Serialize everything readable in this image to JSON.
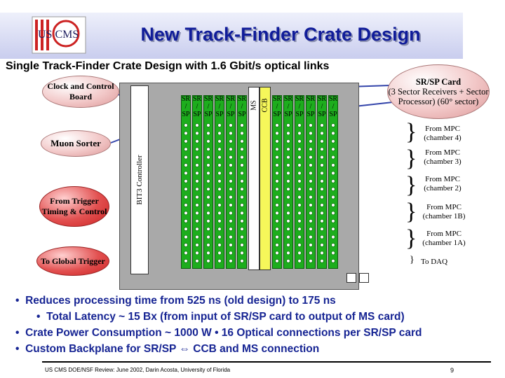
{
  "header": {
    "title": "New Track-Finder Crate Design",
    "logo_text": "US CMS",
    "subtitle": "Single Track-Finder Crate Design with 1.6 Gbit/s optical links"
  },
  "diagram": {
    "controller_label": "BIT3 Controller",
    "ms_label": "MS",
    "ccb_label": "CCB",
    "sr_label": "SR",
    "slash": "/",
    "sp_label": "SP",
    "ovals": {
      "clock": "Clock and Control Board",
      "muon": "Muon Sorter",
      "trigger": "From Trigger Timing & Control",
      "global": "To Global Trigger",
      "srsp": "SR/SP Card",
      "srsp_detail": "(3 Sector Receivers + Sector Processor) (60° sector)"
    },
    "mpc": [
      "From MPC (chamber 4)",
      "From MPC (chamber 3)",
      "From MPC (chamber 2)",
      "From MPC (chamber 1B)",
      "From MPC (chamber 1A)"
    ],
    "daq": "To DAQ"
  },
  "bullets": {
    "b1": "Reduces processing time from 525 ns  (old design) to 175 ns",
    "b2": "Total Latency ~ 15 Bx (from input of SR/SP card to output of MS card)",
    "b3": "Crate Power Consumption ~ 1000 W • 16 Optical connections per SR/SP card",
    "b4a": "Custom Backplane for SR/SP",
    "arrow": "⇔",
    "b4b": "CCB and MS connection",
    "dot": "•"
  },
  "footer": {
    "text": "US CMS DOE/NSF Review:  June 2002,  Darin Acosta, University of Florida",
    "page": "9"
  },
  "colors": {
    "title": "#101c99",
    "slot": "#1dad1d",
    "ccb": "#f6f75a",
    "crate": "#a9a9a9",
    "bullets": "#162493"
  }
}
